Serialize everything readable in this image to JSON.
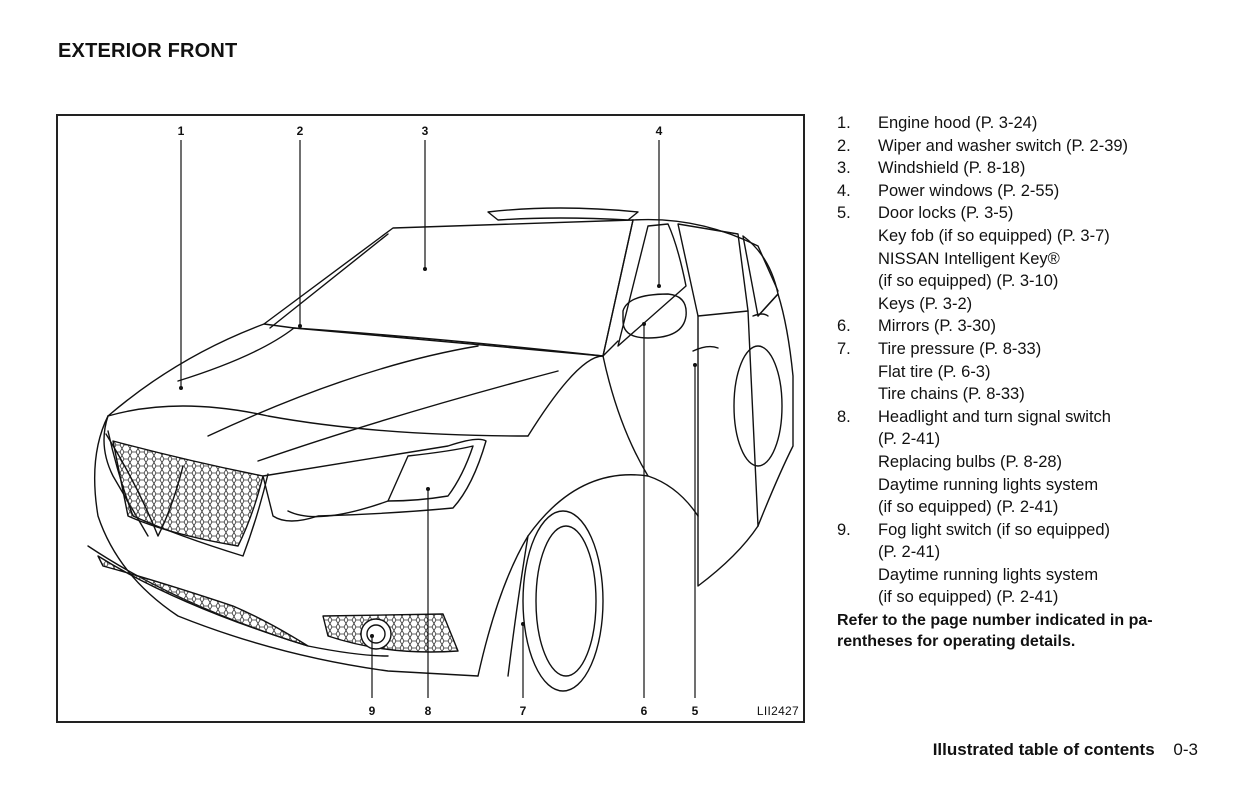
{
  "page_title": "EXTERIOR FRONT",
  "figure": {
    "code": "LII2427",
    "callouts": [
      "1",
      "2",
      "3",
      "4",
      "5",
      "6",
      "7",
      "8",
      "9"
    ]
  },
  "legend": {
    "items": [
      {
        "num": "1.",
        "lines": [
          "Engine hood (P. 3-24)"
        ]
      },
      {
        "num": "2.",
        "lines": [
          "Wiper and washer switch (P. 2-39)"
        ]
      },
      {
        "num": "3.",
        "lines": [
          "Windshield (P. 8-18)"
        ]
      },
      {
        "num": "4.",
        "lines": [
          "Power windows (P. 2-55)"
        ]
      },
      {
        "num": "5.",
        "lines": [
          "Door locks (P. 3-5)",
          "Key fob (if so equipped) (P. 3-7)",
          "NISSAN Intelligent Key®",
          "(if so equipped) (P. 3-10)",
          "Keys (P. 3-2)"
        ]
      },
      {
        "num": "6.",
        "lines": [
          "Mirrors (P. 3-30)"
        ]
      },
      {
        "num": "7.",
        "lines": [
          "Tire pressure (P. 8-33)",
          "Flat tire (P. 6-3)",
          "Tire chains (P. 8-33)"
        ]
      },
      {
        "num": "8.",
        "lines": [
          "Headlight and turn signal switch",
          "(P. 2-41)",
          "Replacing bulbs (P. 8-28)",
          "Daytime running lights system",
          "(if so equipped) (P. 2-41)"
        ]
      },
      {
        "num": "9.",
        "lines": [
          "Fog light switch (if so equipped)",
          "(P. 2-41)",
          "Daytime running lights system",
          "(if so equipped) (P. 2-41)"
        ]
      }
    ],
    "note_lines": [
      "Refer to the page number indicated in pa-",
      "rentheses for operating details."
    ]
  },
  "footer": {
    "section": "Illustrated table of contents",
    "page": "0-3"
  }
}
